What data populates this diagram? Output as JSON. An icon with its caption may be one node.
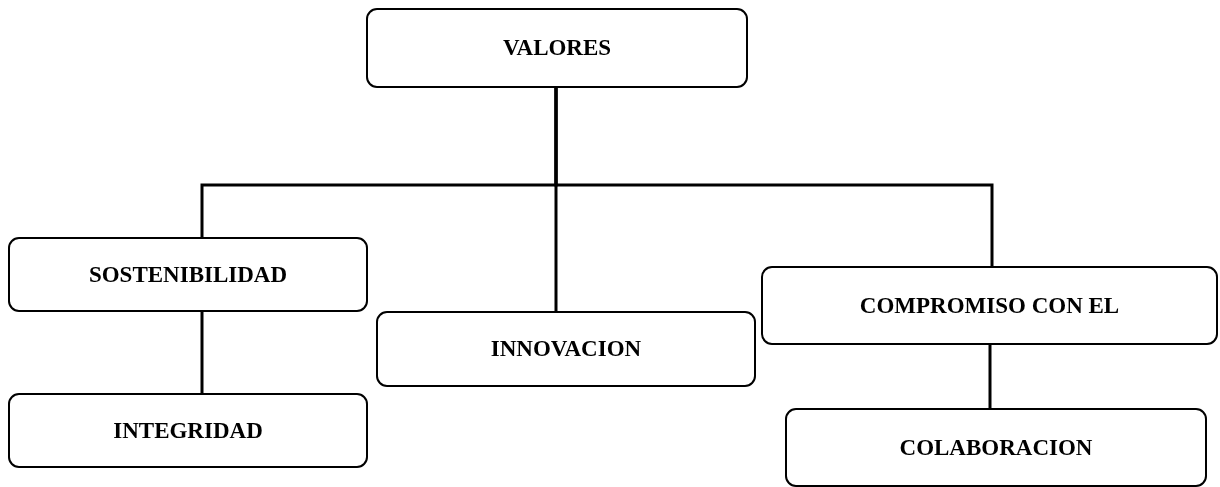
{
  "diagram": {
    "nodes": [
      {
        "text": [
          "VALORES"
        ]
      },
      {
        "text": [
          "SOSTENIBILIDAD"
        ]
      },
      {
        "text": [
          "INNOVACION"
        ]
      },
      {
        "text": [
          "COMPROMISO CON EL"
        ]
      },
      {
        "text": [
          "INTEGRIDAD"
        ]
      },
      {
        "text": [
          "COLABORACION"
        ]
      }
    ],
    "edges": [
      {
        "from": 0,
        "to": 1,
        "arrow": "none"
      },
      {
        "from": 0,
        "to": 2,
        "arrow": "none"
      },
      {
        "from": 0,
        "to": 3,
        "arrow": "none"
      },
      {
        "from": 1,
        "to": 4,
        "arrow": "none"
      },
      {
        "from": 3,
        "to": 5,
        "arrow": "none"
      }
    ]
  }
}
